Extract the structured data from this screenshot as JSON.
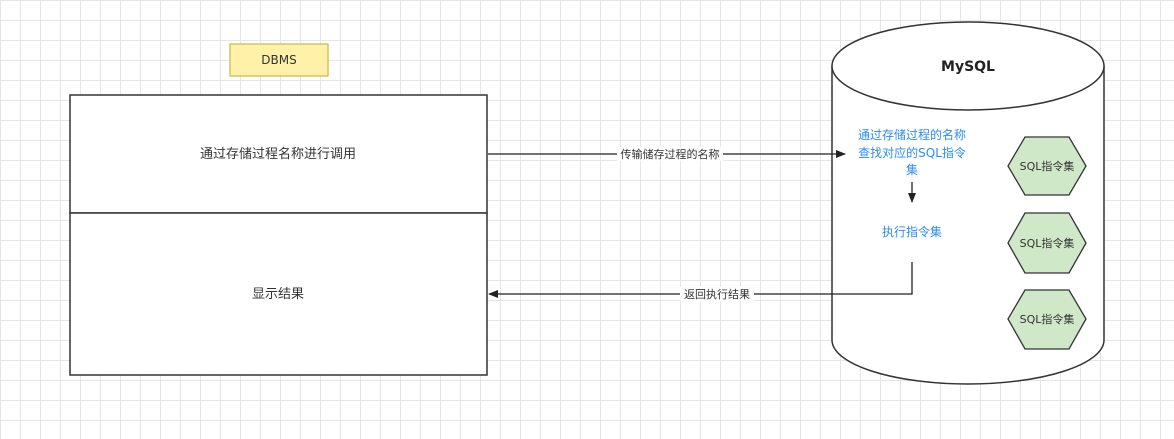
{
  "dbms": {
    "label": "DBMS",
    "call_box_text": "通过存储过程名称进行调用",
    "result_box_text": "显示结果"
  },
  "mysql": {
    "title": "MySQL",
    "lookup_line1": "通过存储过程的名称",
    "lookup_line2": "查找对应的SQL指令",
    "lookup_line3": "集",
    "execute_text": "执行指令集",
    "instruction_sets": [
      "SQL指令集",
      "SQL指令集",
      "SQL指令集"
    ]
  },
  "edges": {
    "send_label": "传输储存过程的名称",
    "return_label": "返回执行结果"
  },
  "colors": {
    "dbms_label_fill": "#fff2a8",
    "dbms_label_stroke": "#c8b84a",
    "hexagon_fill": "#cfe8c8",
    "hexagon_stroke": "#333333",
    "blue_text": "#2b8df0",
    "line": "#222222"
  }
}
